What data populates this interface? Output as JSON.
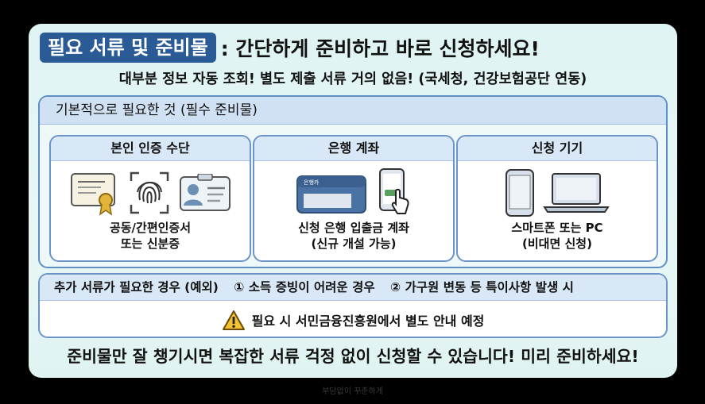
{
  "title": {
    "badge": "필요 서류 및 준비물",
    "rest": ": 간단하게 준비하고 바로 신청하세요!"
  },
  "subtitle": "대부분 정보 자동 조회! 별도 제출 서류 거의 없음! (국세청, 건강보험공단 연동)",
  "required": {
    "heading": "기본적으로 필요한 것 (필수 준비물)",
    "items": [
      {
        "title": "본인 인증 수단",
        "line1": "공동/간편인증서",
        "line2": "또는 신분증",
        "icons": [
          "certificate-icon",
          "fingerprint-icon",
          "id-card-icon"
        ]
      },
      {
        "title": "은행 계좌",
        "line1": "신청 은행 입출금 계좌",
        "line2": "(신규 개설 가능)",
        "icons": [
          "bank-card-icon",
          "phone-tap-icon"
        ],
        "card_label": "은행카"
      },
      {
        "title": "신청 기기",
        "line1": "스마트폰 또는 PC",
        "line2": "(비대면 신청)",
        "icons": [
          "smartphone-icon",
          "laptop-icon"
        ]
      }
    ]
  },
  "extra": {
    "heading": "추가 서류가 필요한 경우 (예외)",
    "case1": "① 소득 증빙이 어려운 경우",
    "case2": "② 가구원 변동 등 특이사항 발생 시",
    "notice": "필요 시 서민금융진흥원에서 별도 안내 예정",
    "notice_icon": "warning-icon"
  },
  "footer": "준비물만 잘 챙기시면 복잡한 서류 걱정 없이 신청할 수 있습니다! 미리 준비하세요!",
  "watermark": "부담없이 꾸준하게",
  "colors": {
    "badge": "#2a5b97",
    "panel_border": "#5f8ec4",
    "header_fill": "#d9e8f6"
  }
}
